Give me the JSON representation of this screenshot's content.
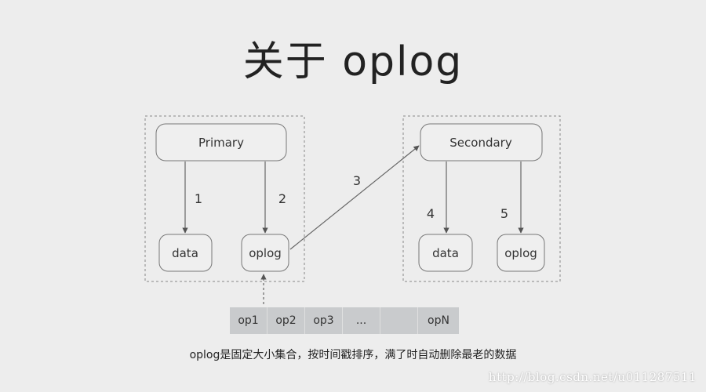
{
  "title": "关于 oplog",
  "primary": {
    "label": "Primary",
    "data": "data",
    "oplog": "oplog"
  },
  "secondary": {
    "label": "Secondary",
    "data": "data",
    "oplog": "oplog"
  },
  "steps": [
    "1",
    "2",
    "3",
    "4",
    "5"
  ],
  "ops": [
    "op1",
    "op2",
    "op3",
    "...",
    "",
    "opN"
  ],
  "caption": "oplog是固定大小集合，按时间戳排序，满了时自动删除最老的数据",
  "watermark": "http://blog.csdn.net/u011287511"
}
